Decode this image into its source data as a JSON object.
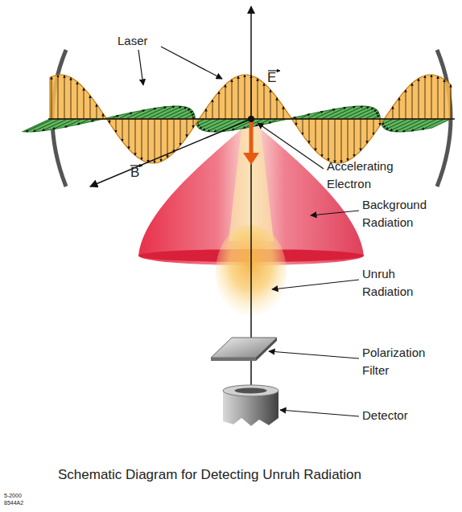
{
  "diagram": {
    "caption": "Schematic Diagram for Detecting Unruh Radiation",
    "labels": [
      "Laser",
      "E",
      "B",
      "Accelerating Electron",
      "Background Radiation",
      "Unruh Radiation",
      "Polarization Filter",
      "Detector",
      "5-2000",
      "8544A2"
    ]
  }
}
